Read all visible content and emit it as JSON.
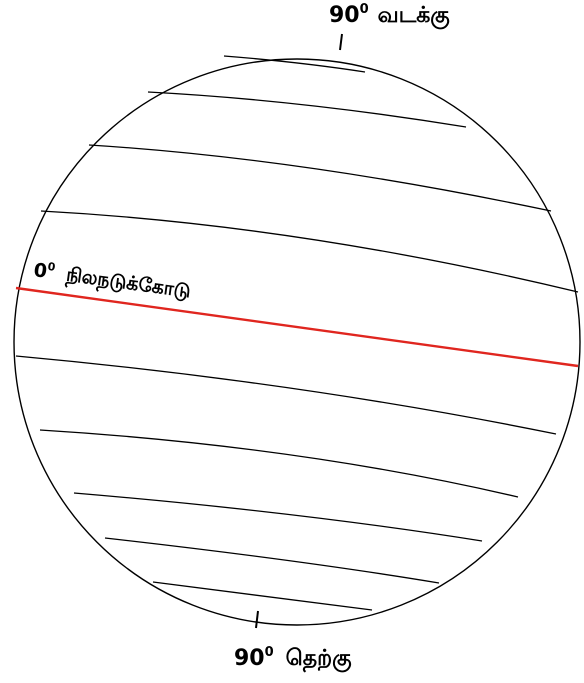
{
  "colors": {
    "outline": "#000000",
    "equator": "#e0261f",
    "background": "#ffffff"
  },
  "labels": {
    "north_degree": "90",
    "north_sup": "0",
    "north_text": "வடக்கு",
    "equator_degree": "0",
    "equator_sup": "0",
    "equator_text": "நிலநடுக்கோடு",
    "south_degree": "90",
    "south_sup": "0",
    "south_text": "தெற்கு"
  }
}
